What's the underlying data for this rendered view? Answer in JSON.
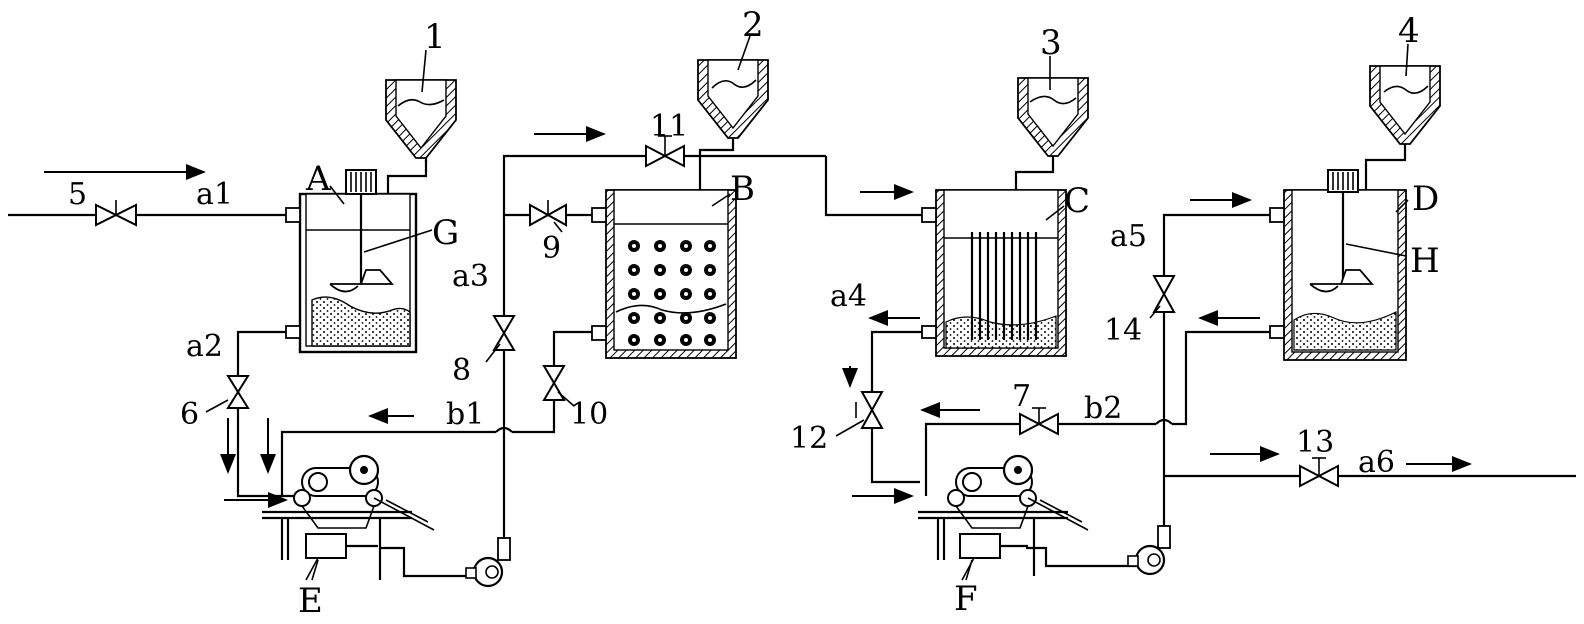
{
  "labels": {
    "hopper_1": "1",
    "hopper_2": "2",
    "hopper_3": "3",
    "hopper_4": "4",
    "tank_A": "A",
    "tank_B": "B",
    "tank_C": "C",
    "tank_D": "D",
    "unit_E": "E",
    "unit_F": "F",
    "stirrer_G": "G",
    "stirrer_H": "H",
    "valve_5": "5",
    "valve_6": "6",
    "valve_7": "7",
    "valve_8": "8",
    "valve_9": "9",
    "valve_10": "10",
    "valve_11": "11",
    "valve_12": "12",
    "valve_13": "13",
    "valve_14": "14",
    "pipe_a1": "a1",
    "pipe_a2": "a2",
    "pipe_a3": "a3",
    "pipe_a4": "a4",
    "pipe_a5": "a5",
    "pipe_a6": "a6",
    "pipe_b1": "b1",
    "pipe_b2": "b2"
  }
}
